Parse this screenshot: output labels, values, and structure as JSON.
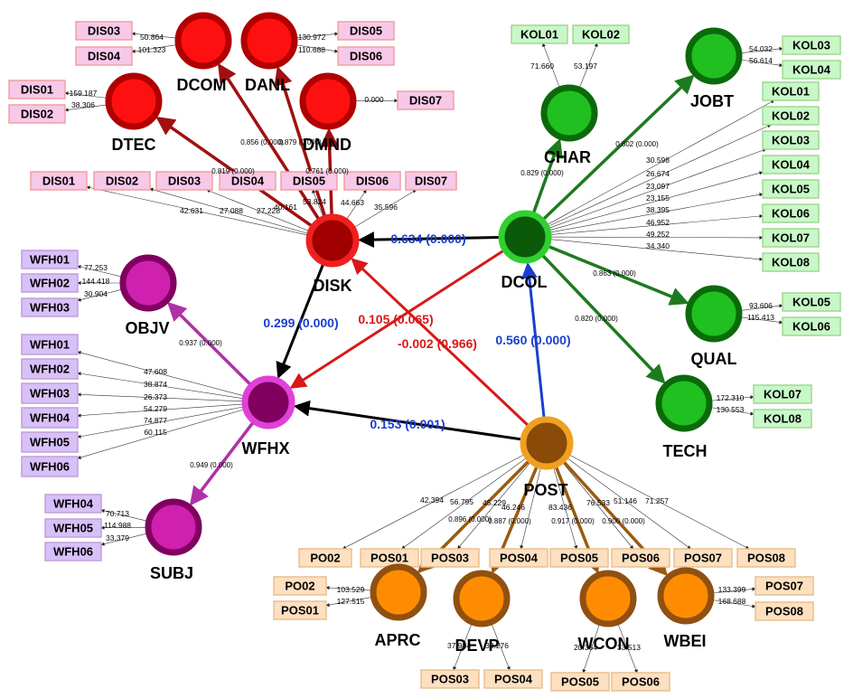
{
  "colors": {
    "dis_fill": "#f8c8e8",
    "dis_stroke": "#f0a0a0",
    "kol_fill": "#c8f8c8",
    "kol_stroke": "#a0d890",
    "wfh_fill": "#d8c0f8",
    "wfh_stroke": "#c0a0d8",
    "pos_fill": "#fde0c0",
    "pos_stroke": "#e8c090",
    "blue": "#1a3fcf",
    "red": "#d81818"
  },
  "constructs": [
    {
      "id": "DISK",
      "label": "DISK"
    },
    {
      "id": "DCOL",
      "label": "DCOL"
    },
    {
      "id": "WFHX",
      "label": "WFHX"
    },
    {
      "id": "POST",
      "label": "POST"
    },
    {
      "id": "DCOM",
      "label": "DCOM"
    },
    {
      "id": "DANL",
      "label": "DANL"
    },
    {
      "id": "DTEC",
      "label": "DTEC"
    },
    {
      "id": "DMND",
      "label": "DMND"
    },
    {
      "id": "CHAR",
      "label": "CHAR"
    },
    {
      "id": "JOBT",
      "label": "JOBT"
    },
    {
      "id": "QUAL",
      "label": "QUAL"
    },
    {
      "id": "TECH",
      "label": "TECH"
    },
    {
      "id": "OBJV",
      "label": "OBJV"
    },
    {
      "id": "SUBJ",
      "label": "SUBJ"
    },
    {
      "id": "APRC",
      "label": "APRC"
    },
    {
      "id": "DEVP",
      "label": "DEVP"
    },
    {
      "id": "WCON",
      "label": "WCON"
    },
    {
      "id": "WBEI",
      "label": "WBEI"
    }
  ],
  "structural_paths": [
    {
      "from": "DCOL",
      "to": "DISK",
      "label": "0.634 (0.000)"
    },
    {
      "from": "DISK",
      "to": "WFHX",
      "label": "0.299 (0.000)"
    },
    {
      "from": "POST",
      "to": "WFHX",
      "label": "0.153 (0.001)"
    },
    {
      "from": "POST",
      "to": "DCOL",
      "label": "0.560 (0.000)"
    },
    {
      "from": "POST",
      "to": "DISK",
      "label": "0.105 (0.065)"
    },
    {
      "from": "DCOL",
      "to": "WFHX",
      "label": "-0.002 (0.966)"
    }
  ],
  "second_order_paths": [
    {
      "from": "DISK",
      "to": "DTEC",
      "label": "0.819 (0.000)"
    },
    {
      "from": "DISK",
      "to": "DCOM",
      "label": "0.856 (0.000)"
    },
    {
      "from": "DISK",
      "to": "DANL",
      "label": "0.879 (0.000)"
    },
    {
      "from": "DISK",
      "to": "DMND",
      "label": "0.761 (0.000)"
    },
    {
      "from": "DCOL",
      "to": "CHAR",
      "label": "0.829 (0.000)"
    },
    {
      "from": "DCOL",
      "to": "JOBT",
      "label": "0.802 (0.000)"
    },
    {
      "from": "DCOL",
      "to": "QUAL",
      "label": "0.863 (0.000)"
    },
    {
      "from": "DCOL",
      "to": "TECH",
      "label": "0.820 (0.000)"
    },
    {
      "from": "WFHX",
      "to": "OBJV",
      "label": "0.937 (0.000)"
    },
    {
      "from": "WFHX",
      "to": "SUBJ",
      "label": "0.949 (0.000)"
    },
    {
      "from": "POST",
      "to": "APRC",
      "label": "0.896 (0.000)"
    },
    {
      "from": "POST",
      "to": "DEVP",
      "label": "0.887 (0.000)"
    },
    {
      "from": "POST",
      "to": "WCON",
      "label": "0.917 (0.000)"
    },
    {
      "from": "POST",
      "to": "WBEI",
      "label": "0.900 (0.000)"
    }
  ],
  "indicators": {
    "DISK": [
      {
        "name": "DIS01",
        "w": "42.631"
      },
      {
        "name": "DIS02",
        "w": "27.088"
      },
      {
        "name": "DIS03",
        "w": "27.228"
      },
      {
        "name": "DIS04",
        "w": "40.161"
      },
      {
        "name": "DIS05",
        "w": "53.824"
      },
      {
        "name": "DIS06",
        "w": "44.663"
      },
      {
        "name": "DIS07",
        "w": "35.596"
      }
    ],
    "DCOM": [
      {
        "name": "DIS03",
        "w": "50.864"
      },
      {
        "name": "DIS04",
        "w": "101.323"
      }
    ],
    "DANL": [
      {
        "name": "DIS05",
        "w": "130.972"
      },
      {
        "name": "DIS06",
        "w": "110.688"
      }
    ],
    "DTEC": [
      {
        "name": "DIS01",
        "w": "159.187"
      },
      {
        "name": "DIS02",
        "w": "38.306"
      }
    ],
    "DMND": [
      {
        "name": "DIS07",
        "w": "0.000"
      }
    ],
    "CHAR": [
      {
        "name": "KOL01",
        "w": "71.660"
      },
      {
        "name": "KOL02",
        "w": "53.197"
      }
    ],
    "JOBT": [
      {
        "name": "KOL03",
        "w": "54.032"
      },
      {
        "name": "KOL04",
        "w": "56.614"
      }
    ],
    "DCOL": [
      {
        "name": "KOL01",
        "w": "30.598"
      },
      {
        "name": "KOL02",
        "w": "26.674"
      },
      {
        "name": "KOL03",
        "w": "23.097"
      },
      {
        "name": "KOL04",
        "w": "23.155"
      },
      {
        "name": "KOL05",
        "w": "38.395"
      },
      {
        "name": "KOL06",
        "w": "46.952"
      },
      {
        "name": "KOL07",
        "w": "49.252"
      },
      {
        "name": "KOL08",
        "w": "34.340"
      }
    ],
    "QUAL": [
      {
        "name": "KOL05",
        "w": "93.606"
      },
      {
        "name": "KOL06",
        "w": "115.413"
      }
    ],
    "TECH": [
      {
        "name": "KOL07",
        "w": "172.310"
      },
      {
        "name": "KOL08",
        "w": "130.553"
      }
    ],
    "OBJV": [
      {
        "name": "WFH01",
        "w": "77.253"
      },
      {
        "name": "WFH02",
        "w": "144.418"
      },
      {
        "name": "WFH03",
        "w": "30.904"
      }
    ],
    "WFHX": [
      {
        "name": "WFH01",
        "w": "47.608"
      },
      {
        "name": "WFH02",
        "w": "38.874"
      },
      {
        "name": "WFH03",
        "w": "26.373"
      },
      {
        "name": "WFH04",
        "w": "54.279"
      },
      {
        "name": "WFH05",
        "w": "74.877"
      },
      {
        "name": "WFH06",
        "w": "60.115"
      }
    ],
    "SUBJ": [
      {
        "name": "WFH04",
        "w": "70.713"
      },
      {
        "name": "WFH05",
        "w": "114.988"
      },
      {
        "name": "WFH06",
        "w": "33.379"
      }
    ],
    "POST": [
      {
        "name": "PO02",
        "w": "42.394"
      },
      {
        "name": "POS01",
        "w": "56.795"
      },
      {
        "name": "POS03",
        "w": "45.229"
      },
      {
        "name": "POS04",
        "w": "46.246"
      },
      {
        "name": "POS05",
        "w": "83.436"
      },
      {
        "name": "POS06",
        "w": "76.533"
      },
      {
        "name": "POS07",
        "w": "51.146"
      },
      {
        "name": "POS08",
        "w": "71.257"
      }
    ],
    "APRC": [
      {
        "name": "PO02",
        "w": "103.529"
      },
      {
        "name": "POS01",
        "w": "127.515"
      }
    ],
    "DEVP": [
      {
        "name": "POS03",
        "w": "37.984"
      },
      {
        "name": "POS04",
        "w": "33.276"
      }
    ],
    "WCON": [
      {
        "name": "POS05",
        "w": "20.364"
      },
      {
        "name": "POS06",
        "w": "33.513"
      }
    ],
    "WBEI": [
      {
        "name": "POS07",
        "w": "133.399"
      },
      {
        "name": "POS08",
        "w": "168.688"
      }
    ]
  }
}
